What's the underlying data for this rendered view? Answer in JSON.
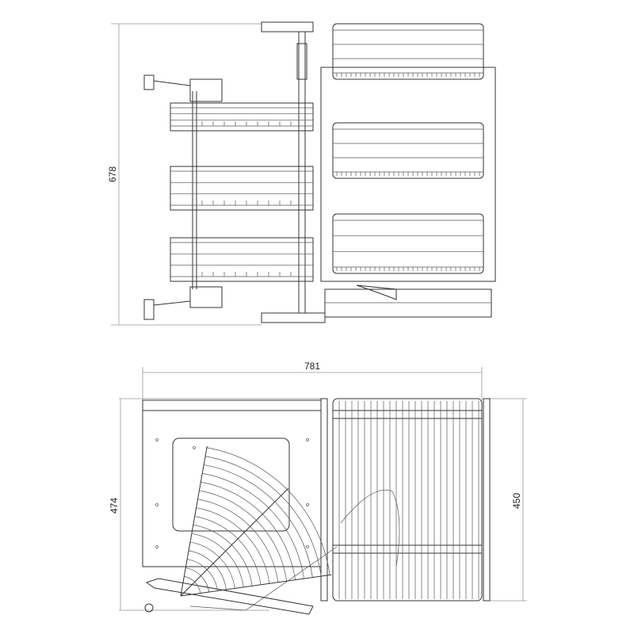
{
  "drawing": {
    "side_view": {
      "height_dimension": "678"
    },
    "top_view": {
      "width_dimension": "781",
      "left_depth_dimension": "474",
      "right_depth_dimension": "450"
    }
  }
}
